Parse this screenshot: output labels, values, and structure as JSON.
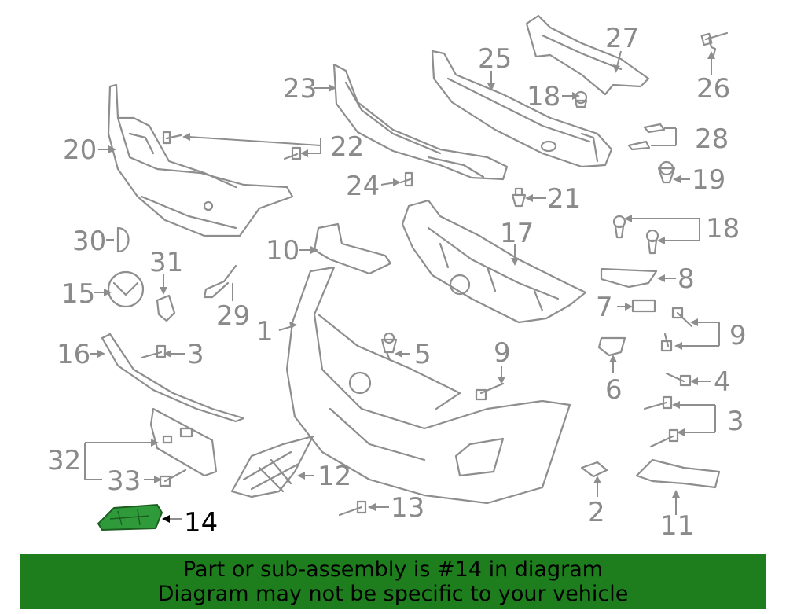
{
  "diagram": {
    "callouts": {
      "c1": "1",
      "c2": "2",
      "c3a": "3",
      "c3b": "3",
      "c4": "4",
      "c5": "5",
      "c6": "6",
      "c7": "7",
      "c8": "8",
      "c9a": "9",
      "c9b": "9",
      "c10": "10",
      "c11": "11",
      "c12": "12",
      "c13": "13",
      "c14": "14",
      "c15": "15",
      "c16": "16",
      "c17": "17",
      "c18a": "18",
      "c18b": "18",
      "c19": "19",
      "c20": "20",
      "c21": "21",
      "c22": "22",
      "c23": "23",
      "c24": "24",
      "c25": "25",
      "c26": "26",
      "c27": "27",
      "c28": "28",
      "c29": "29",
      "c30": "30",
      "c31": "31",
      "c32": "32",
      "c33": "33"
    },
    "highlighted_part": "14",
    "colors": {
      "line": "#8e8e8e",
      "highlight": "#2f9a3a",
      "banner": "#1e7e1e"
    }
  },
  "banner": {
    "line1": "Part or sub-assembly is #14 in diagram",
    "line2": "Diagram may not be specific to your vehicle"
  }
}
